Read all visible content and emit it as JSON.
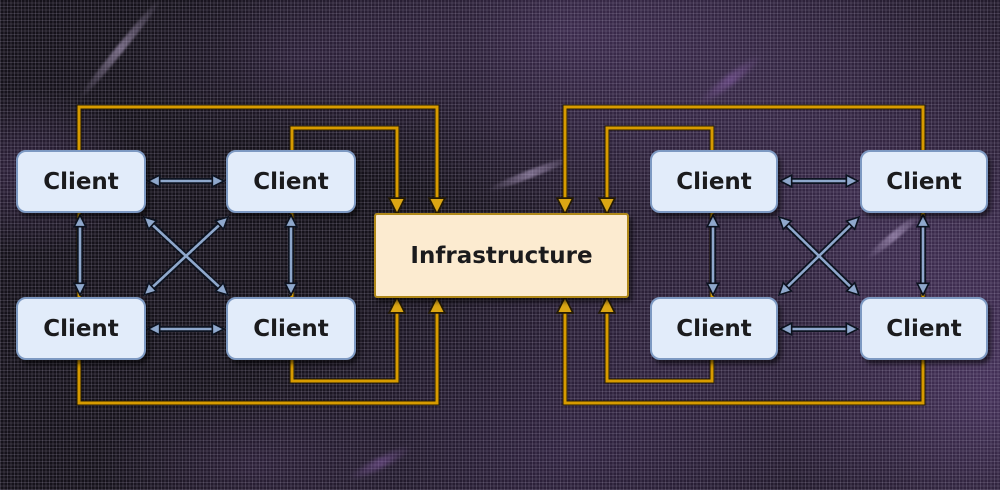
{
  "diagram": {
    "infrastructure": {
      "label": "Infrastructure"
    },
    "left_cluster": {
      "clients": [
        "Client",
        "Client",
        "Client",
        "Client"
      ]
    },
    "right_cluster": {
      "clients": [
        "Client",
        "Client",
        "Client",
        "Client"
      ]
    }
  },
  "colors": {
    "background": "#15121a",
    "grid_line": "#433d4e",
    "nebula_purple": "#7b55a0",
    "client_fill": "#e2ecfa",
    "client_border": "#7d99c2",
    "node_text": "#1b1b1d",
    "infra_fill": "#fcebd0",
    "infra_border": "#b08818",
    "infra_link": "#d79b00",
    "infra_link_head": "#dba614",
    "infra_link_shadow": "#241b05",
    "mesh_link": "#8fa8cc",
    "mesh_link_outline": "#0d1320"
  }
}
